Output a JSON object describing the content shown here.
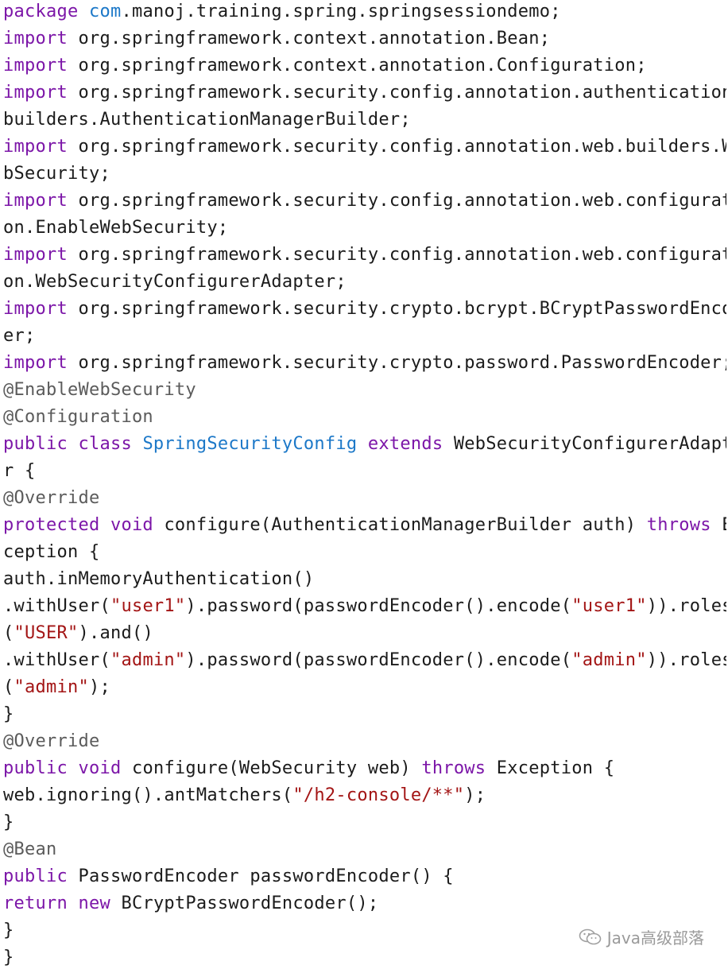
{
  "code": {
    "lines": [
      [
        {
          "t": "kw",
          "v": "package "
        },
        {
          "t": "cls",
          "v": "com"
        },
        {
          "t": "txt",
          "v": ".manoj.training.spring.springsessiondemo;"
        }
      ],
      [
        {
          "t": "kw",
          "v": "import "
        },
        {
          "t": "txt",
          "v": "org.springframework.context.annotation.Bean;"
        }
      ],
      [
        {
          "t": "kw",
          "v": "import "
        },
        {
          "t": "txt",
          "v": "org.springframework.context.annotation.Configuration;"
        }
      ],
      [
        {
          "t": "kw",
          "v": "import "
        },
        {
          "t": "txt",
          "v": "org.springframework.security.config.annotation.authentication."
        }
      ],
      [
        {
          "t": "txt",
          "v": "builders.AuthenticationManagerBuilder;"
        }
      ],
      [
        {
          "t": "kw",
          "v": "import "
        },
        {
          "t": "txt",
          "v": "org.springframework.security.config.annotation.web.builders.We"
        }
      ],
      [
        {
          "t": "txt",
          "v": "bSecurity;"
        }
      ],
      [
        {
          "t": "kw",
          "v": "import "
        },
        {
          "t": "txt",
          "v": "org.springframework.security.config.annotation.web.configurati"
        }
      ],
      [
        {
          "t": "txt",
          "v": "on.EnableWebSecurity;"
        }
      ],
      [
        {
          "t": "kw",
          "v": "import "
        },
        {
          "t": "txt",
          "v": "org.springframework.security.config.annotation.web.configurati"
        }
      ],
      [
        {
          "t": "txt",
          "v": "on.WebSecurityConfigurerAdapter;"
        }
      ],
      [
        {
          "t": "kw",
          "v": "import "
        },
        {
          "t": "txt",
          "v": "org.springframework.security.crypto.bcrypt.BCryptPasswordEncod"
        }
      ],
      [
        {
          "t": "txt",
          "v": "er;"
        }
      ],
      [
        {
          "t": "kw",
          "v": "import "
        },
        {
          "t": "txt",
          "v": "org.springframework.security.crypto.password.PasswordEncoder;"
        }
      ],
      [
        {
          "t": "ann",
          "v": "@EnableWebSecurity"
        }
      ],
      [
        {
          "t": "ann",
          "v": "@Configuration"
        }
      ],
      [
        {
          "t": "kw",
          "v": "public class "
        },
        {
          "t": "cls",
          "v": "SpringSecurityConfig "
        },
        {
          "t": "kw",
          "v": "extends "
        },
        {
          "t": "txt",
          "v": "WebSecurityConfigurerAdapte"
        }
      ],
      [
        {
          "t": "txt",
          "v": "r {"
        }
      ],
      [
        {
          "t": "ann",
          "v": "@Override"
        }
      ],
      [
        {
          "t": "kw",
          "v": "protected void "
        },
        {
          "t": "txt",
          "v": "configure(AuthenticationManagerBuilder auth) "
        },
        {
          "t": "kw",
          "v": "throws "
        },
        {
          "t": "txt",
          "v": "Ex"
        }
      ],
      [
        {
          "t": "txt",
          "v": "ception {"
        }
      ],
      [
        {
          "t": "txt",
          "v": "auth.inMemoryAuthentication()"
        }
      ],
      [
        {
          "t": "txt",
          "v": ".withUser("
        },
        {
          "t": "str",
          "v": "\"user1\""
        },
        {
          "t": "txt",
          "v": ").password(passwordEncoder().encode("
        },
        {
          "t": "str",
          "v": "\"user1\""
        },
        {
          "t": "txt",
          "v": ")).roles"
        }
      ],
      [
        {
          "t": "txt",
          "v": "("
        },
        {
          "t": "str",
          "v": "\"USER\""
        },
        {
          "t": "txt",
          "v": ").and()"
        }
      ],
      [
        {
          "t": "txt",
          "v": ".withUser("
        },
        {
          "t": "str",
          "v": "\"admin\""
        },
        {
          "t": "txt",
          "v": ").password(passwordEncoder().encode("
        },
        {
          "t": "str",
          "v": "\"admin\""
        },
        {
          "t": "txt",
          "v": ")).roles"
        }
      ],
      [
        {
          "t": "txt",
          "v": "("
        },
        {
          "t": "str",
          "v": "\"admin\""
        },
        {
          "t": "txt",
          "v": ");"
        }
      ],
      [
        {
          "t": "txt",
          "v": "}"
        }
      ],
      [
        {
          "t": "ann",
          "v": "@Override"
        }
      ],
      [
        {
          "t": "kw",
          "v": "public void "
        },
        {
          "t": "txt",
          "v": "configure(WebSecurity web) "
        },
        {
          "t": "kw",
          "v": "throws "
        },
        {
          "t": "txt",
          "v": "Exception {"
        }
      ],
      [
        {
          "t": "txt",
          "v": "web.ignoring().antMatchers("
        },
        {
          "t": "str",
          "v": "\"/h2-console/**\""
        },
        {
          "t": "txt",
          "v": ");"
        }
      ],
      [
        {
          "t": "txt",
          "v": "}"
        }
      ],
      [
        {
          "t": "ann",
          "v": "@Bean"
        }
      ],
      [
        {
          "t": "kw",
          "v": "public "
        },
        {
          "t": "txt",
          "v": "PasswordEncoder passwordEncoder() {"
        }
      ],
      [
        {
          "t": "kw",
          "v": "return new "
        },
        {
          "t": "txt",
          "v": "BCryptPasswordEncoder();"
        }
      ],
      [
        {
          "t": "txt",
          "v": "}"
        }
      ],
      [
        {
          "t": "txt",
          "v": "}"
        }
      ]
    ]
  },
  "watermark": {
    "text": "Java高级部落",
    "icon": "wechat-icon"
  }
}
